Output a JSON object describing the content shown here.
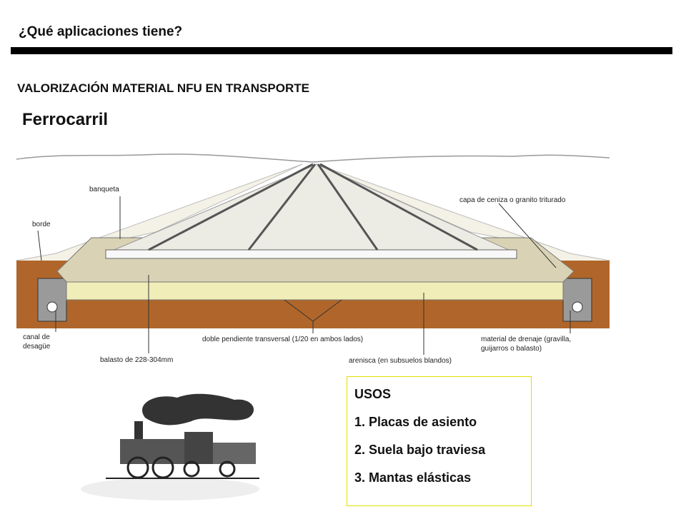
{
  "header": {
    "title": "¿Qué aplicaciones tiene?"
  },
  "subtitle": "VALORIZACIÓN MATERIAL NFU EN TRANSPORTE",
  "section": "Ferrocarril",
  "diagram": {
    "labels": {
      "banqueta": "banqueta",
      "borde": "borde",
      "capa": "capa de ceniza o granito triturado",
      "canal1": "canal de",
      "canal2": "desagüe",
      "balasto": "balasto de 228-304mm",
      "pendiente": "doble pendiente transversal (1/20 en ambos lados)",
      "drenaje1": "material de drenaje (gravilla,",
      "drenaje2": "guijarros o balasto)",
      "arenisca": "arenisca (en subsuelos blandos)"
    }
  },
  "usos": {
    "title": "USOS",
    "items": [
      "1. Placas de asiento",
      "2. Suela bajo traviesa",
      "3. Mantas elásticas"
    ]
  },
  "colors": {
    "soil": "#b0662a",
    "sand": "#f1edb8",
    "ballast": "#d9d2b5",
    "box_border": "#e3e000"
  }
}
